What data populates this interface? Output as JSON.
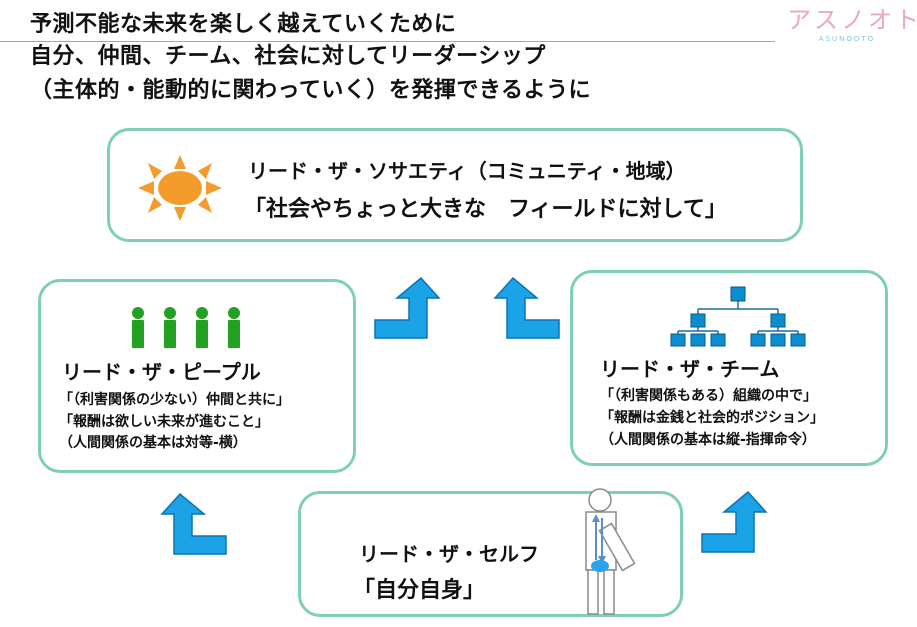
{
  "header": {
    "lines": [
      "予測不能な未来を楽しく越えていくために",
      "自分、仲間、チーム、社会に対してリーダーシップ",
      "（主体的・能動的に関わっていく）を発揮できるように"
    ]
  },
  "logo": {
    "text": "アスノオト",
    "sub": "ASUNOOTO"
  },
  "society": {
    "title": "リード・ザ・ソサエティ（コミュニティ・地域）",
    "subtitle": "「社会やちょっと大きな　フィールドに対して」"
  },
  "people": {
    "title": "リード・ザ・ピープル",
    "lines": [
      "「（利害関係の少ない）仲間と共に」",
      "「報酬は欲しい未来が進むこと」",
      "（人間関係の基本は対等-横）"
    ]
  },
  "team": {
    "title": "リード・ザ・チーム",
    "lines": [
      "「（利害関係もある）組織の中で」",
      "「報酬は金銭と社会的ポジション」",
      "（人間関係の基本は縦-指揮命令）"
    ]
  },
  "self": {
    "title": "リード・ザ・セルフ",
    "subtitle": "「自分自身」"
  },
  "colors": {
    "box_border": "#7fcfb4",
    "arrow": "#1aa3e6",
    "sun": "#f39c2b",
    "people": "#22a022",
    "org": "#0a8ed0"
  }
}
